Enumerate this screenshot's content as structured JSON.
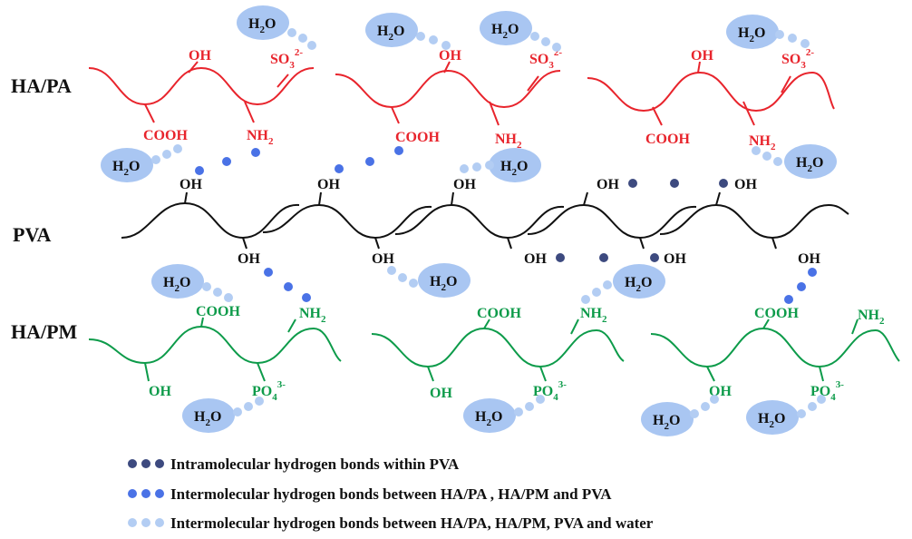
{
  "colors": {
    "ha_pa_chain": "#e8242c",
    "pva_chain": "#111111",
    "ha_pm_chain": "#0d9b4a",
    "intra_pva_dot": "#3d4a7f",
    "inter_polymer_dot": "#4a72e6",
    "water_dot": "#b3cdf3",
    "water_bubble": "#a9c6f2"
  },
  "row_labels": {
    "ha_pa": "HA/PA",
    "pva": "PVA",
    "ha_pm": "HA/PM"
  },
  "groups": {
    "oh": "OH",
    "cooh": "COOH",
    "nh2_base": "NH",
    "nh2_sub": "2",
    "so3_base": "SO",
    "so3_sub": "3",
    "so3_sup": "2-",
    "po4_base": "PO",
    "po4_sub": "4",
    "po4_sup": "3-",
    "h2o_h": "H",
    "h2o_sub": "2",
    "h2o_o": "O"
  },
  "legend": [
    {
      "text": "Intramolecular hydrogen bonds within PVA",
      "dot_color": "#3d4a7f"
    },
    {
      "text": "Intermolecular hydrogen bonds between HA/PA , HA/PM and PVA",
      "dot_color": "#4a72e6"
    },
    {
      "text": "Intermolecular hydrogen bonds between HA/PA, HA/PM, PVA and water",
      "dot_color": "#b3cdf3"
    }
  ]
}
